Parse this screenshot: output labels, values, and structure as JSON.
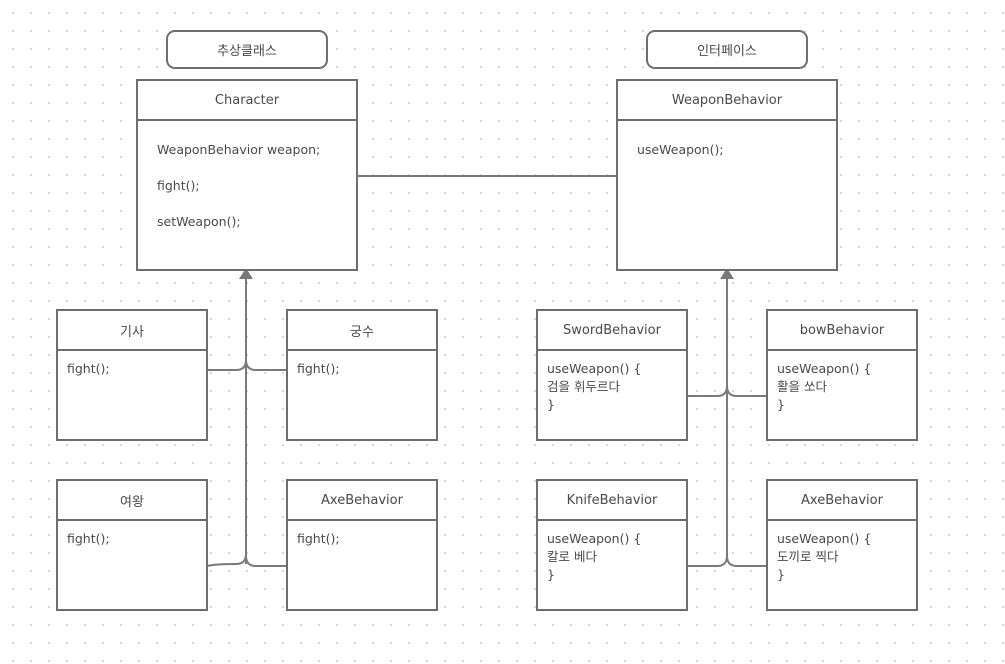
{
  "tags": {
    "abstract": "추상클래스",
    "interface": "인터페이스"
  },
  "character": {
    "name": "Character",
    "members": [
      "WeaponBehavior weapon;",
      "fight();",
      "setWeapon();"
    ]
  },
  "weapon_behavior": {
    "name": "WeaponBehavior",
    "members": [
      "useWeapon();"
    ]
  },
  "knight": {
    "name": "기사",
    "lines": [
      "fight();"
    ]
  },
  "archer": {
    "name": "궁수",
    "lines": [
      "fight();"
    ]
  },
  "queen": {
    "name": "여왕",
    "lines": [
      "fight();"
    ]
  },
  "axe_character": {
    "name": "AxeBehavior",
    "lines": [
      "fight();"
    ]
  },
  "sword_behavior": {
    "name": "SwordBehavior",
    "lines": [
      "useWeapon() {",
      "검을 휘두르다",
      "}"
    ]
  },
  "bow_behavior": {
    "name": "bowBehavior",
    "lines": [
      "useWeapon() {",
      "활을 쏘다",
      "}"
    ]
  },
  "knife_behavior": {
    "name": "KnifeBehavior",
    "lines": [
      "useWeapon() {",
      "칼로 베다",
      "}"
    ]
  },
  "axe_behavior": {
    "name": "AxeBehavior",
    "lines": [
      "useWeapon() {",
      "도끼로 찍다",
      "}"
    ]
  },
  "colors": {
    "stroke": "#6e6e6e",
    "text": "#4a4a4a",
    "grid_dot": "#d9d9d9"
  }
}
